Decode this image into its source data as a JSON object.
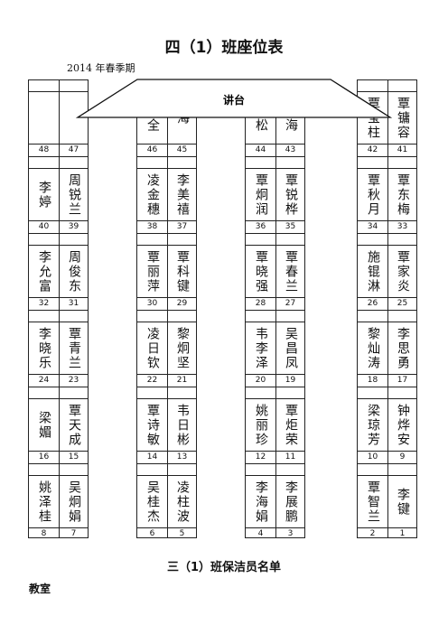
{
  "title": "四（1）班座位表",
  "subtitle": "2014 年春季期",
  "podium_label": "讲台",
  "footer_title": "三（1）班保洁员名单",
  "footer_sub": "教室",
  "groups": [
    {
      "rows": [
        {
          "left": {
            "name": "",
            "num": "48"
          },
          "right": {
            "name": "",
            "num": "47"
          }
        },
        {
          "left": {
            "name": "李婷",
            "num": "40"
          },
          "right": {
            "name": "周锐兰",
            "num": "39"
          }
        },
        {
          "left": {
            "name": "李允富",
            "num": "32"
          },
          "right": {
            "name": "周俊东",
            "num": "31"
          }
        },
        {
          "left": {
            "name": "李晓乐",
            "num": "24"
          },
          "right": {
            "name": "覃青兰",
            "num": "23"
          }
        },
        {
          "left": {
            "name": "梁媚",
            "num": "16"
          },
          "right": {
            "name": "覃天成",
            "num": "15"
          }
        },
        {
          "left": {
            "name": "姚泽桂",
            "num": "8"
          },
          "right": {
            "name": "吴炯娟",
            "num": "7"
          }
        }
      ]
    },
    {
      "rows": [
        {
          "left": {
            "name": "柱全",
            "num": "46"
          },
          "right": {
            "name": "海",
            "num": "45"
          }
        },
        {
          "left": {
            "name": "凌金穗",
            "num": "38"
          },
          "right": {
            "name": "李美禧",
            "num": "37"
          }
        },
        {
          "left": {
            "name": "覃丽萍",
            "num": "30"
          },
          "right": {
            "name": "覃科键",
            "num": "29"
          }
        },
        {
          "left": {
            "name": "凌日钦",
            "num": "22"
          },
          "right": {
            "name": "黎炯坚",
            "num": "21"
          }
        },
        {
          "left": {
            "name": "覃诗敏",
            "num": "14"
          },
          "right": {
            "name": "韦日彬",
            "num": "13"
          }
        },
        {
          "left": {
            "name": "吴桂杰",
            "num": "6"
          },
          "right": {
            "name": "凌柱波",
            "num": "5"
          }
        }
      ]
    },
    {
      "rows": [
        {
          "left": {
            "name": "钰松",
            "num": "44"
          },
          "right": {
            "name": "晋海",
            "num": "43"
          }
        },
        {
          "left": {
            "name": "覃炯润",
            "num": "36"
          },
          "right": {
            "name": "覃锐桦",
            "num": "35"
          }
        },
        {
          "left": {
            "name": "覃晓强",
            "num": "28"
          },
          "right": {
            "name": "覃春兰",
            "num": "27"
          }
        },
        {
          "left": {
            "name": "韦李泽",
            "num": "20"
          },
          "right": {
            "name": "吴昌凤",
            "num": "19"
          }
        },
        {
          "left": {
            "name": "姚丽珍",
            "num": "12"
          },
          "right": {
            "name": "覃炬荣",
            "num": "11"
          }
        },
        {
          "left": {
            "name": "李海娟",
            "num": "4"
          },
          "right": {
            "name": "李展鹏",
            "num": "3"
          }
        }
      ]
    },
    {
      "rows": [
        {
          "left": {
            "name": "覃宝柱",
            "num": "42"
          },
          "right": {
            "name": "覃镛容",
            "num": "41"
          }
        },
        {
          "left": {
            "name": "覃秋月",
            "num": "34"
          },
          "right": {
            "name": "覃东梅",
            "num": "33"
          }
        },
        {
          "left": {
            "name": "施锟淋",
            "num": "26"
          },
          "right": {
            "name": "覃家炎",
            "num": "25"
          }
        },
        {
          "left": {
            "name": "黎灿涛",
            "num": "18"
          },
          "right": {
            "name": "李思勇",
            "num": "17"
          }
        },
        {
          "left": {
            "name": "梁琼芳",
            "num": "10"
          },
          "right": {
            "name": "钟烨安",
            "num": "9"
          }
        },
        {
          "left": {
            "name": "覃智兰",
            "num": "2"
          },
          "right": {
            "name": "李键",
            "num": "1"
          }
        }
      ]
    }
  ]
}
